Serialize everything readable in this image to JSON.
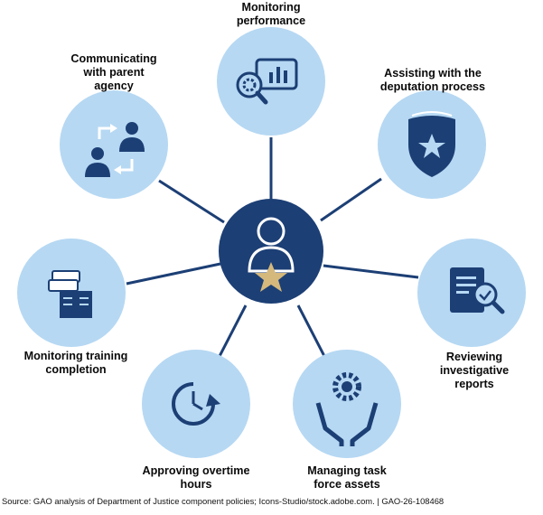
{
  "center": {
    "icon": "person-with-star-icon"
  },
  "roles": [
    {
      "id": "monitoring-performance",
      "lines": [
        "Monitoring",
        "performance"
      ],
      "icon": "magnifier-gear-chart-icon"
    },
    {
      "id": "assisting-deputation",
      "lines": [
        "Assisting with the",
        "deputation process"
      ],
      "icon": "police-badge-star-icon"
    },
    {
      "id": "reviewing-reports",
      "lines": [
        "Reviewing",
        "investigative",
        "reports"
      ],
      "icon": "document-magnifier-check-icon"
    },
    {
      "id": "managing-assets",
      "lines": [
        "Managing task",
        "force assets"
      ],
      "icon": "hands-gear-icon"
    },
    {
      "id": "approving-overtime",
      "lines": [
        "Approving overtime",
        "hours"
      ],
      "icon": "clock-arrow-icon"
    },
    {
      "id": "monitoring-training",
      "lines": [
        "Monitoring training",
        "completion"
      ],
      "icon": "books-open-book-icon"
    },
    {
      "id": "communicating-parent",
      "lines": [
        "Communicating",
        "with parent",
        "agency"
      ],
      "icon": "two-people-arrows-icon"
    }
  ],
  "source": "Source: GAO analysis of Department of Justice component policies; Icons-Studio/stock.adobe.com.  |  GAO-26-108468",
  "colors": {
    "navy": "#1c3f75",
    "light_blue": "#b6d8f3",
    "gold": "#d4b87c",
    "connector": "#1c3f75"
  }
}
